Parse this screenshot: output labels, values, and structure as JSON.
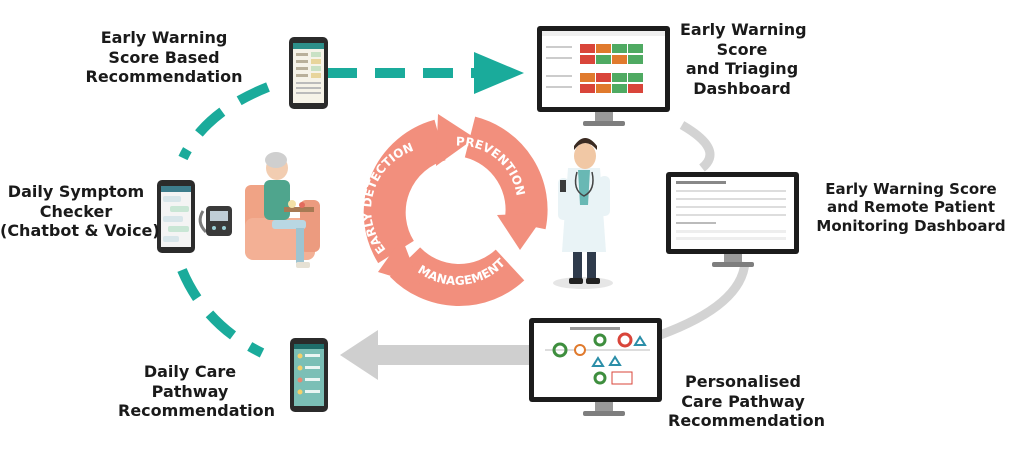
{
  "labels": {
    "ews_recommendation": [
      "Early Warning",
      "Score Based",
      "Recommendation"
    ],
    "ews_triaging": [
      "Early Warning",
      "Score",
      "and Triaging",
      "Dashboard"
    ],
    "symptom_checker": [
      "Daily Symptom",
      "Checker",
      "(Chatbot & Voice)"
    ],
    "remote_monitoring": [
      "Early Warning Score",
      "and Remote Patient",
      "Monitoring Dashboard"
    ],
    "daily_care": [
      "Daily Care",
      "Pathway",
      "Recommendation"
    ],
    "personalised_care": [
      "Personalised",
      "Care Pathway",
      "Recommendation"
    ]
  },
  "cycle": {
    "segments": [
      "EARLY DETECTION",
      "PREVENTION",
      "MANAGEMENT"
    ]
  },
  "colors": {
    "teal": "#1aab9b",
    "grey_arrow": "#cfcfcf",
    "cycle": "#f28f7d",
    "cycle_edge": "#e26a56",
    "screen": "#1c1c1c"
  }
}
